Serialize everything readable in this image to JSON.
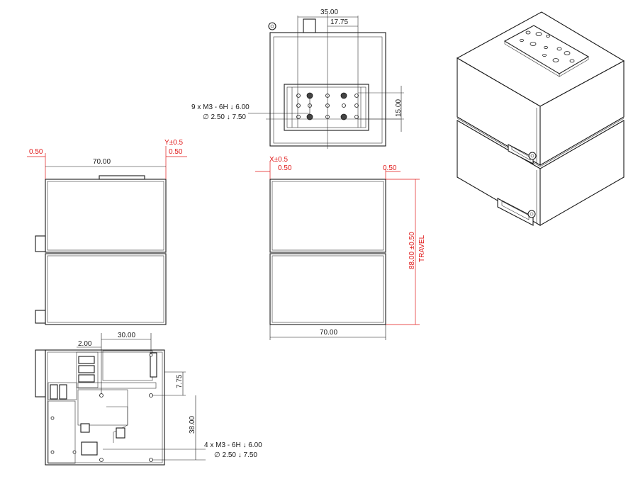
{
  "top_view": {
    "dim_width": "35.00",
    "dim_half": "17.75",
    "dim_height": "15.00",
    "note_thread": "9 x  M3 - 6H ↓ 6.00",
    "note_drill": "∅ 2.50 ↓ 7.50"
  },
  "front_view": {
    "dim_width": "70.00",
    "dim_left_tol": "0.50",
    "dim_right_tol": "0.50",
    "dim_y": "Y±0.5"
  },
  "side_view": {
    "dim_x": "X±0.5",
    "dim_left_tol": "0.50",
    "dim_right_tol": "0.50",
    "dim_width": "70.00",
    "dim_travel": "88.00 ±0.50",
    "travel_label": "TRAVEL"
  },
  "bottom_view": {
    "dim_width": "30.00",
    "dim_offset": "2.00",
    "dim_a": "7.75",
    "dim_b": "38.00",
    "note_thread": "4 x  M3 - 6H ↓ 6.00",
    "note_drill": "∅ 2.50 ↓ 7.50"
  },
  "colors": {
    "line": "#1a1a1a",
    "dimension_red": "#e01818"
  }
}
